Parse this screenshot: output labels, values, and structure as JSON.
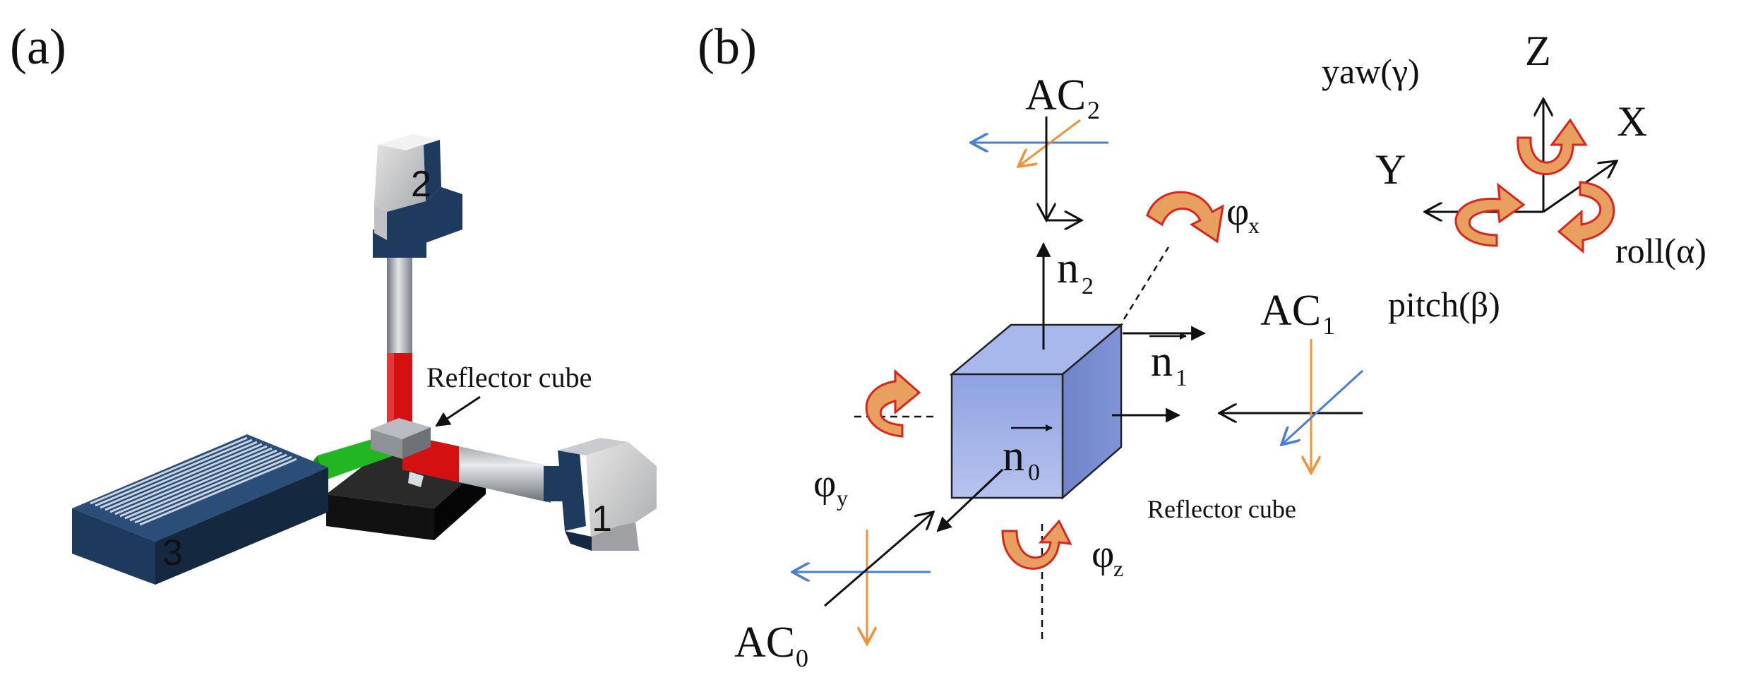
{
  "panel_a": {
    "label": "(a)",
    "annotation": "Reflector cube",
    "units": [
      {
        "id": "1",
        "label": "1"
      },
      {
        "id": "2",
        "label": "2"
      },
      {
        "id": "3",
        "label": "3"
      }
    ]
  },
  "panel_b": {
    "label": "(b)",
    "cube_label": "Reflector cube",
    "autocollimators": {
      "ac0": {
        "main": "AC",
        "sub": "0"
      },
      "ac1": {
        "main": "AC",
        "sub": "1"
      },
      "ac2": {
        "main": "AC",
        "sub": "2"
      }
    },
    "normals": {
      "n0": {
        "main": "n",
        "sub": "0"
      },
      "n1": {
        "main": "n",
        "sub": "1"
      },
      "n2": {
        "main": "n",
        "sub": "2"
      }
    },
    "rotations": {
      "phi_x": {
        "main": "φ",
        "sub": "x"
      },
      "phi_y": {
        "main": "φ",
        "sub": "y"
      },
      "phi_z": {
        "main": "φ",
        "sub": "z"
      }
    },
    "axes": {
      "z": "Z",
      "x": "X",
      "y": "Y",
      "yaw": "yaw(γ)",
      "roll": "roll(α)",
      "pitch": "pitch(β)"
    }
  },
  "colors": {
    "beam_blue": "#4a7fd6",
    "beam_orange": "#f0923a",
    "rotation_red": "#d8261c",
    "rotation_fill": "#e8a060",
    "cube_face": "#9aaee6",
    "unit_navy": "#1e3a5f",
    "laser_red": "#d41010",
    "laser_green": "#22b722"
  }
}
